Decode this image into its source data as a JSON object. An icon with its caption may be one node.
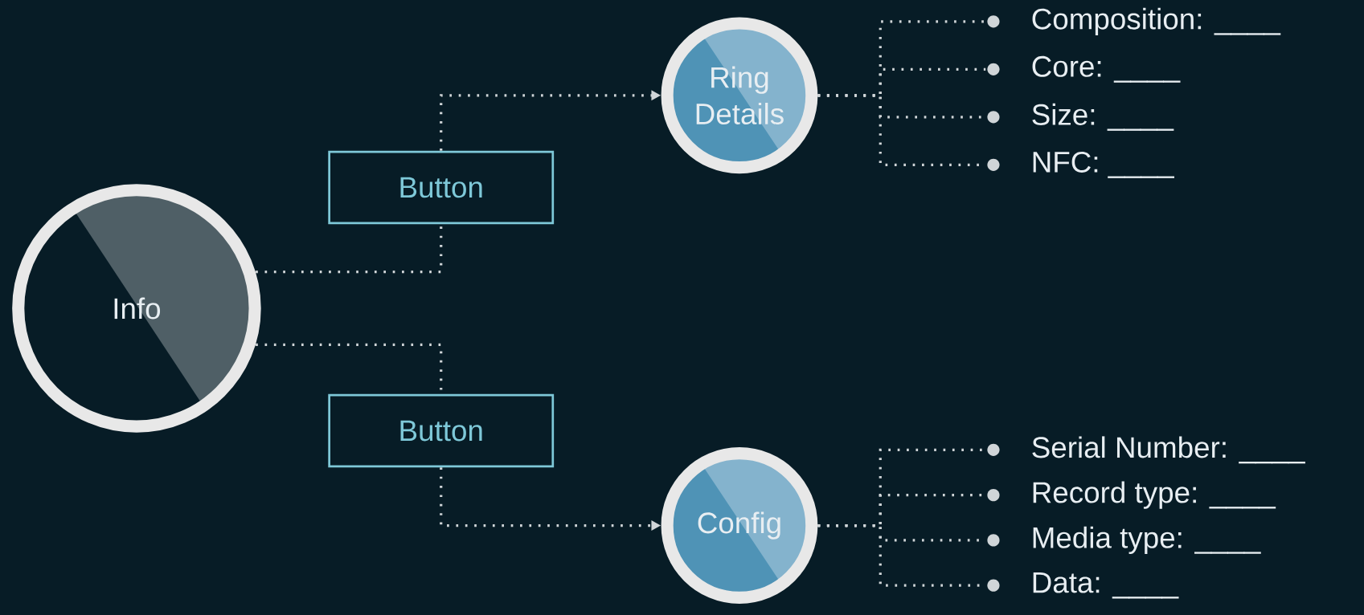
{
  "diagram": {
    "nodes": [
      {
        "text": [
          "Info"
        ]
      },
      {
        "text": [
          "Button"
        ]
      },
      {
        "text": [
          "Button"
        ]
      },
      {
        "text": [
          "Ring Details"
        ]
      },
      {
        "text": [
          "Config"
        ]
      },
      {
        "text": [
          "Composition: ____"
        ]
      },
      {
        "text": [
          "Core: ____"
        ]
      },
      {
        "text": [
          "Size: ____"
        ]
      },
      {
        "text": [
          "NFC: ____"
        ]
      },
      {
        "text": [
          "Serial Number: ____"
        ]
      },
      {
        "text": [
          "Record type: ____"
        ]
      },
      {
        "text": [
          "Media type: ____"
        ]
      },
      {
        "text": [
          "Data: ____"
        ]
      }
    ],
    "edges": [
      {
        "from": 0,
        "to": 1,
        "arrow": "none",
        "style": "dashed"
      },
      {
        "from": 1,
        "to": 3,
        "arrow": "to",
        "style": "dashed"
      },
      {
        "from": 0,
        "to": 2,
        "arrow": "none",
        "style": "dashed"
      },
      {
        "from": 2,
        "to": 4,
        "arrow": "to",
        "style": "dashed"
      },
      {
        "from": 3,
        "to": 5,
        "arrow": "none",
        "style": "dashed"
      },
      {
        "from": 3,
        "to": 6,
        "arrow": "none",
        "style": "dashed"
      },
      {
        "from": 3,
        "to": 7,
        "arrow": "none",
        "style": "dashed"
      },
      {
        "from": 3,
        "to": 8,
        "arrow": "none",
        "style": "dashed"
      },
      {
        "from": 4,
        "to": 9,
        "arrow": "none",
        "style": "dashed"
      },
      {
        "from": 4,
        "to": 10,
        "arrow": "none",
        "style": "dashed"
      },
      {
        "from": 4,
        "to": 11,
        "arrow": "none",
        "style": "dashed"
      },
      {
        "from": 4,
        "to": 12,
        "arrow": "none",
        "style": "dashed"
      }
    ]
  }
}
